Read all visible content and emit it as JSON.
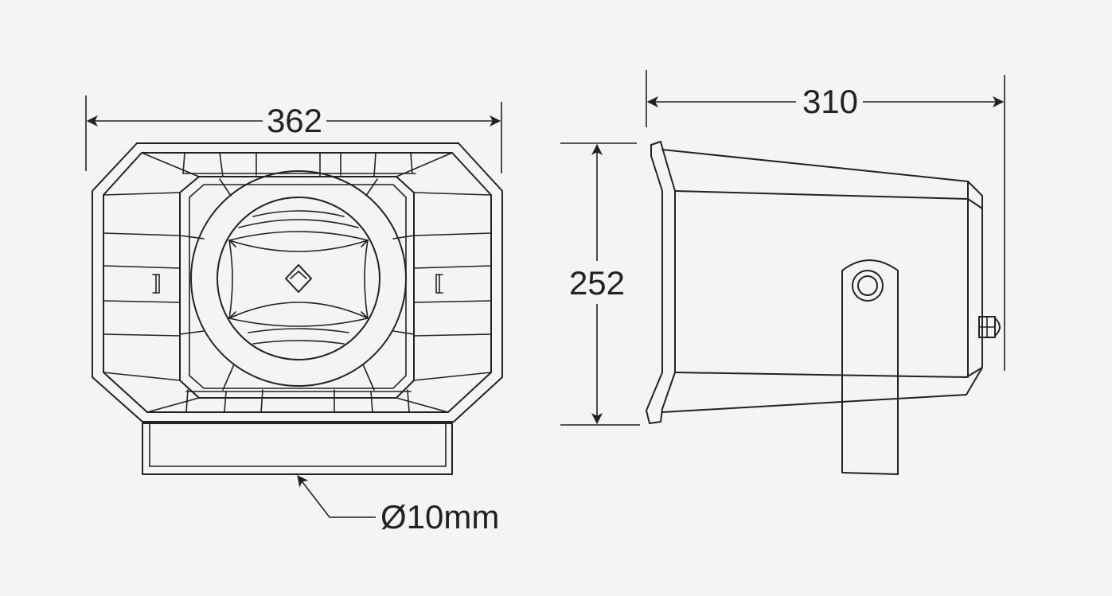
{
  "dimensions": {
    "width": "362",
    "depth": "310",
    "height": "252",
    "hole": "Ø10mm"
  },
  "colors": {
    "background": "#f4f4f4",
    "line": "#222222"
  },
  "arrowheads": [
    "arrow-left",
    "arrow-right",
    "arrow-up",
    "arrow-down"
  ]
}
